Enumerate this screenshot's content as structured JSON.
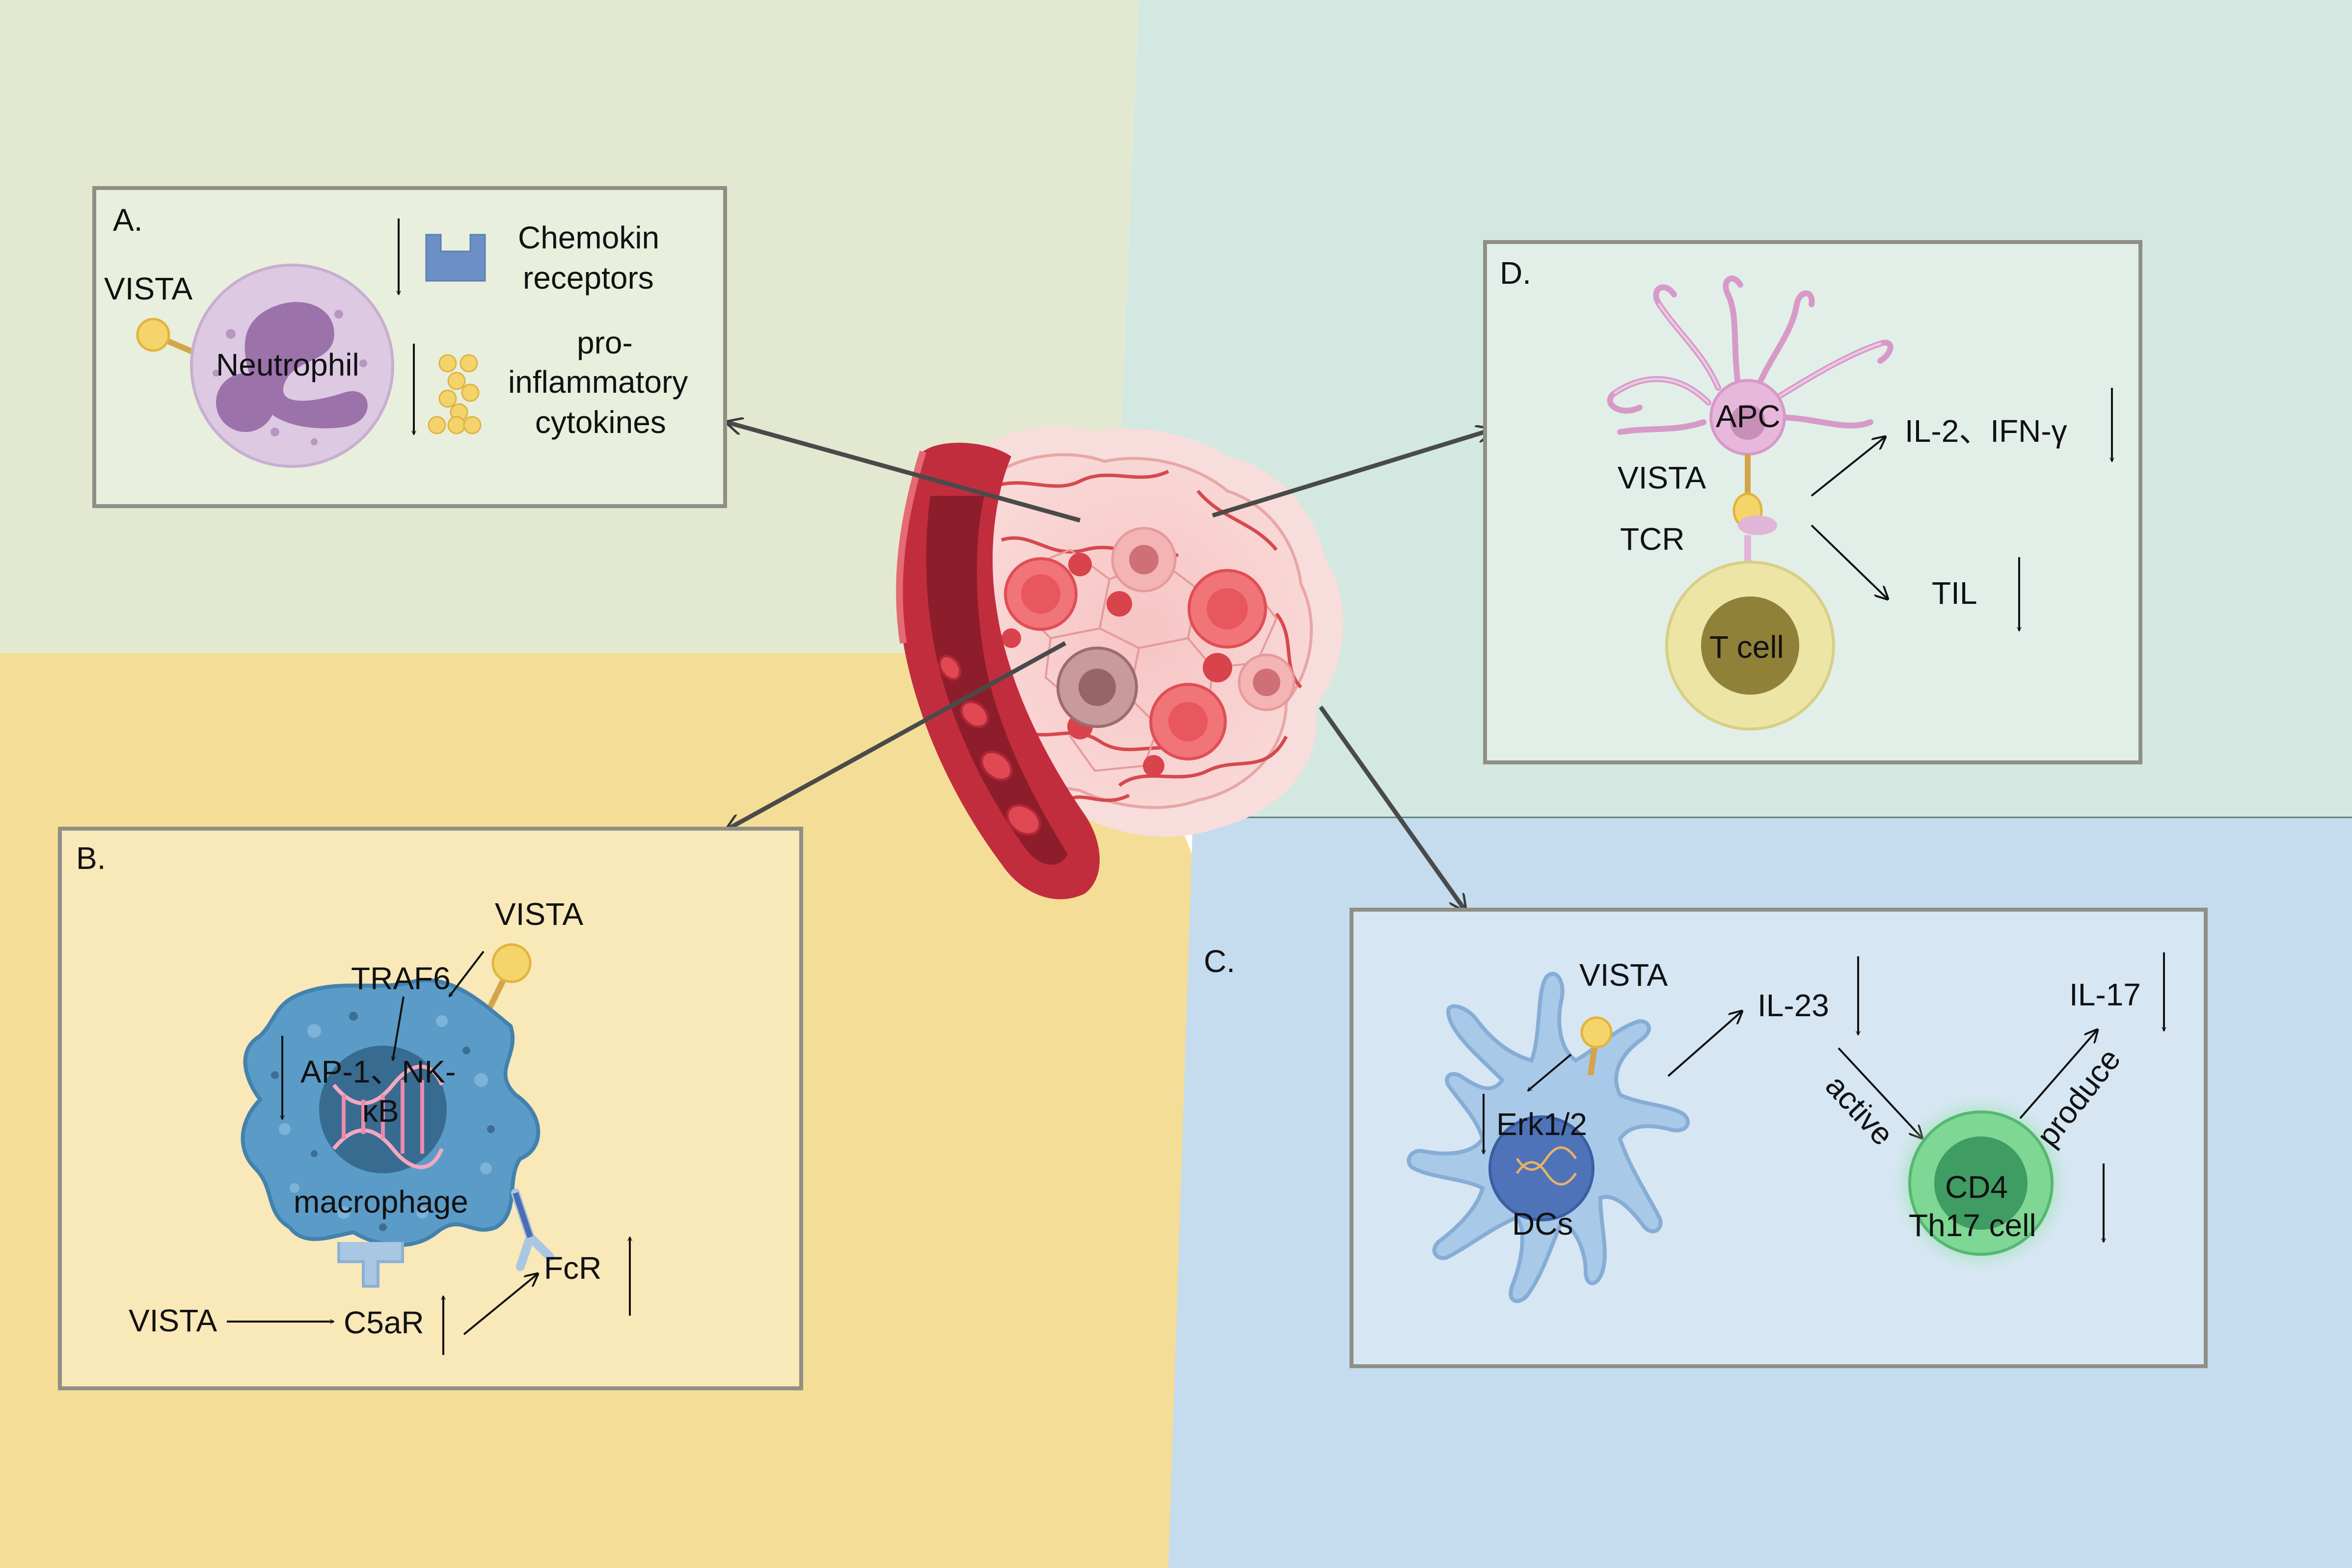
{
  "quadrant_colors": {
    "a": "#e3e9d1",
    "b": "#f4dd96",
    "c": "#c5dbee",
    "d": "#d3e8e1"
  },
  "panel_a": {
    "tag": "A.",
    "vista": "VISTA",
    "cell": "Neutrophil",
    "receptor_line1": "Chemokin",
    "receptor_line2": "receptors",
    "cytokine_line1": "pro-",
    "cytokine_line2": "inflammatory",
    "cytokine_line3": "cytokines",
    "receptor_icon": "receptor-icon",
    "cytokine_icon": "cytokine-dots-icon"
  },
  "panel_b": {
    "tag": "B.",
    "vista_top": "VISTA",
    "traf6": "TRAF6",
    "tf_line1": "AP-1、NK-",
    "tf_line2": "κB",
    "cell": "macrophage",
    "fcr": "FcR",
    "vista_left": "VISTA",
    "c5ar": "C5aR"
  },
  "panel_c": {
    "tag": "C.",
    "vista": "VISTA",
    "erk": "Erk1/2",
    "cell": "DCs",
    "il23": "IL-23",
    "active": "active",
    "produce": "produce",
    "il17": "IL-17",
    "th17_line1": "CD4",
    "th17_line2": "Th17 cell"
  },
  "panel_d": {
    "tag": "D.",
    "apc": "APC",
    "vista": "VISTA",
    "tcr": "TCR",
    "tcell": "T cell",
    "il2": "IL-2、IFN-γ",
    "til": "TIL"
  }
}
